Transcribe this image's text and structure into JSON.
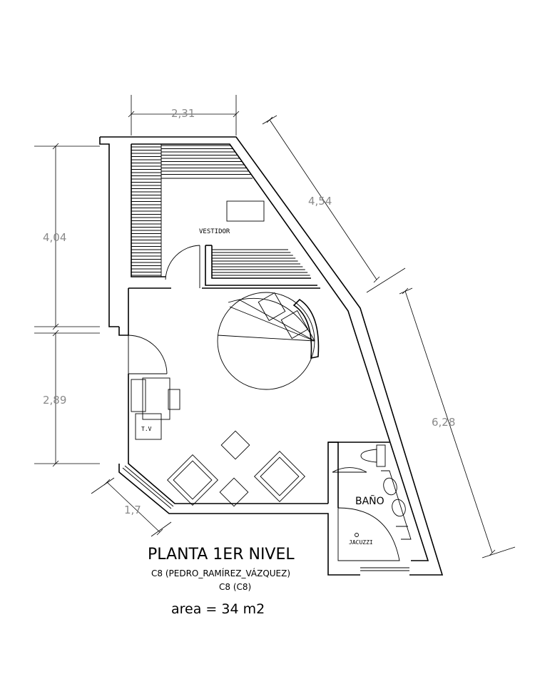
{
  "dimensions": {
    "top": "2,31",
    "left_upper": "4,04",
    "left_lower": "2,89",
    "diag_upper": "4,54",
    "right": "6,28",
    "bottom_diag": "1,7"
  },
  "rooms": {
    "vestidor": "VESTIDOR",
    "bano": "BAÑO",
    "jacuzzi": "JACUZZI",
    "tv": "T.V"
  },
  "title": {
    "main": "PLANTA 1ER NIVEL",
    "author": "C8 (PEDRO_RAMÍREZ_VÁZQUEZ)",
    "code": "C8 (C8)",
    "area": "area = 34 m2"
  }
}
